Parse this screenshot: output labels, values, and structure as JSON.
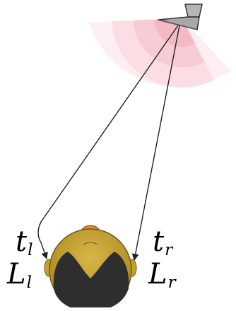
{
  "labels": {
    "left_time": {
      "main": "t",
      "sub": "l"
    },
    "left_level": {
      "main": "L",
      "sub": "l"
    },
    "right_time": {
      "main": "t",
      "sub": "r"
    },
    "right_level": {
      "main": "L",
      "sub": "r"
    }
  },
  "colors": {
    "wave_rings": [
      "#fdeef1",
      "#fbdde3",
      "#f8ccd4",
      "#f4b9c4"
    ],
    "speaker_body": "#b5b5b5",
    "speaker_outline": "#333333",
    "arrow": "#222222",
    "head_skin": "#c8a02e",
    "head_skin_dark": "#8a6d12",
    "hair": "#2e2e2e",
    "nose": "#d98a3a"
  },
  "icons": {
    "source": "loudspeaker-icon",
    "listener": "listener-head-icon"
  }
}
